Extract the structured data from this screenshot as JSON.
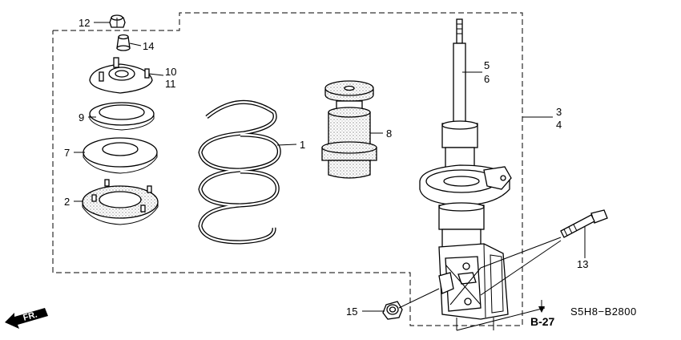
{
  "diagram": {
    "catalog_code": "S5H8−B2800",
    "reference": "B-27",
    "direction": "FR.",
    "callouts": [
      {
        "id": "c1",
        "text": "1"
      },
      {
        "id": "c2",
        "text": "2"
      },
      {
        "id": "c3",
        "text": "3"
      },
      {
        "id": "c4",
        "text": "4"
      },
      {
        "id": "c5",
        "text": "5"
      },
      {
        "id": "c6",
        "text": "6"
      },
      {
        "id": "c7",
        "text": "7"
      },
      {
        "id": "c8",
        "text": "8"
      },
      {
        "id": "c9",
        "text": "9"
      },
      {
        "id": "c10",
        "text": "10"
      },
      {
        "id": "c11",
        "text": "11"
      },
      {
        "id": "c12",
        "text": "12"
      },
      {
        "id": "c13",
        "text": "13"
      },
      {
        "id": "c14",
        "text": "14"
      },
      {
        "id": "c15",
        "text": "15"
      }
    ]
  }
}
